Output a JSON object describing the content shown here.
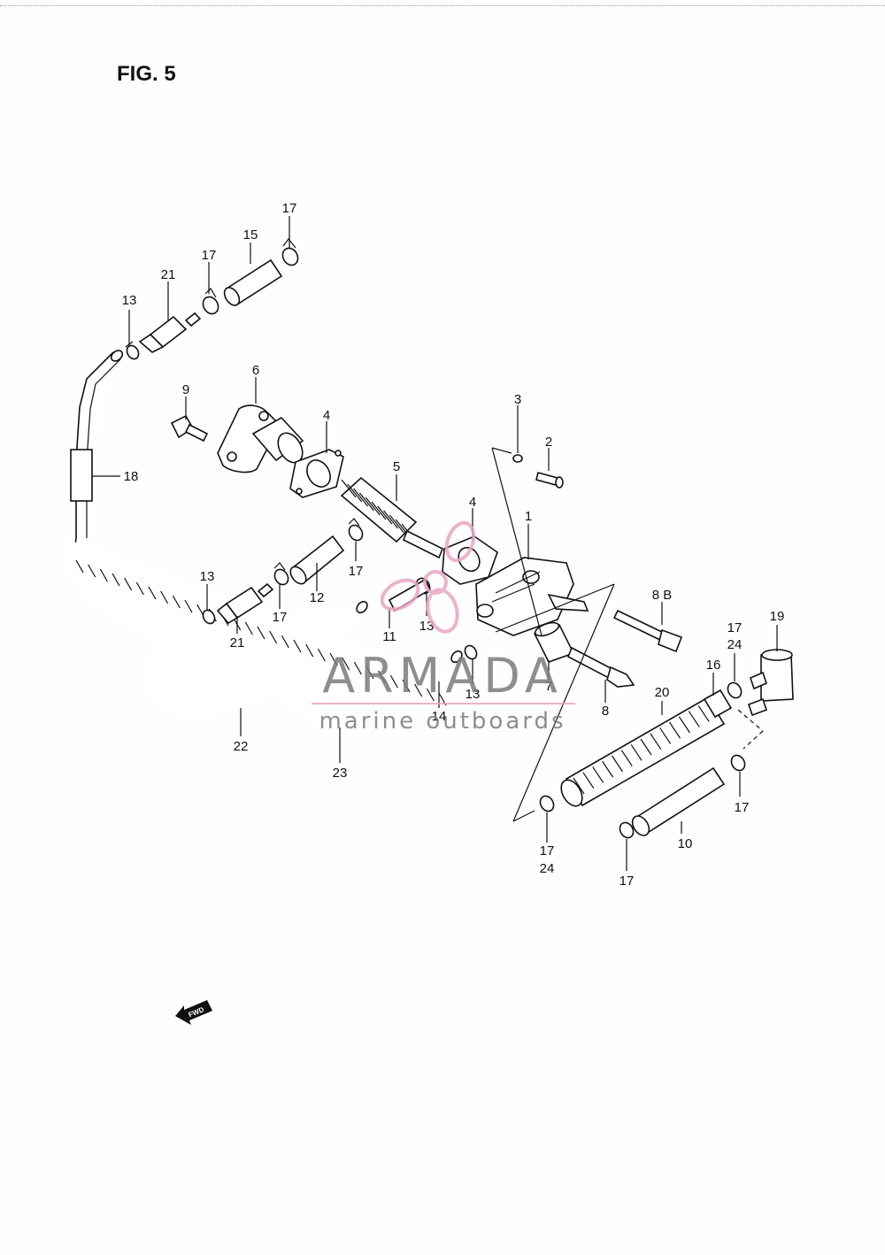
{
  "title": "FIG. 5",
  "callouts": [
    {
      "id": "c1",
      "text": "1"
    },
    {
      "id": "c2",
      "text": "2"
    },
    {
      "id": "c3",
      "text": "3"
    },
    {
      "id": "c4a",
      "text": "4"
    },
    {
      "id": "c4b",
      "text": "4"
    },
    {
      "id": "c5",
      "text": "5"
    },
    {
      "id": "c6",
      "text": "6"
    },
    {
      "id": "c7",
      "text": "7"
    },
    {
      "id": "c8",
      "text": "8"
    },
    {
      "id": "c8b",
      "text": "8 B"
    },
    {
      "id": "c9",
      "text": "9"
    },
    {
      "id": "c10",
      "text": "10"
    },
    {
      "id": "c11",
      "text": "11"
    },
    {
      "id": "c12",
      "text": "12"
    },
    {
      "id": "c13a",
      "text": "13"
    },
    {
      "id": "c13b",
      "text": "13"
    },
    {
      "id": "c13c",
      "text": "13"
    },
    {
      "id": "c13d",
      "text": "13"
    },
    {
      "id": "c14",
      "text": "14"
    },
    {
      "id": "c15",
      "text": "15"
    },
    {
      "id": "c16",
      "text": "16"
    },
    {
      "id": "c17a",
      "text": "17"
    },
    {
      "id": "c17b",
      "text": "17"
    },
    {
      "id": "c17c",
      "text": "17"
    },
    {
      "id": "c17d",
      "text": "17"
    },
    {
      "id": "c17e",
      "text": "17"
    },
    {
      "id": "c17f",
      "text": "17"
    },
    {
      "id": "c17g",
      "text": "17"
    },
    {
      "id": "c17h",
      "text": "17"
    },
    {
      "id": "c18",
      "text": "18"
    },
    {
      "id": "c19",
      "text": "19"
    },
    {
      "id": "c20",
      "text": "20"
    },
    {
      "id": "c21a",
      "text": "21"
    },
    {
      "id": "c21b",
      "text": "21"
    },
    {
      "id": "c22",
      "text": "22"
    },
    {
      "id": "c23",
      "text": "23"
    },
    {
      "id": "c24a",
      "text": "24"
    },
    {
      "id": "c24b",
      "text": "24"
    }
  ],
  "watermark": {
    "brand": "ARMADA",
    "tagline": "marine outboards",
    "color": "#e8a6c4"
  },
  "fwd_label": "FWD"
}
